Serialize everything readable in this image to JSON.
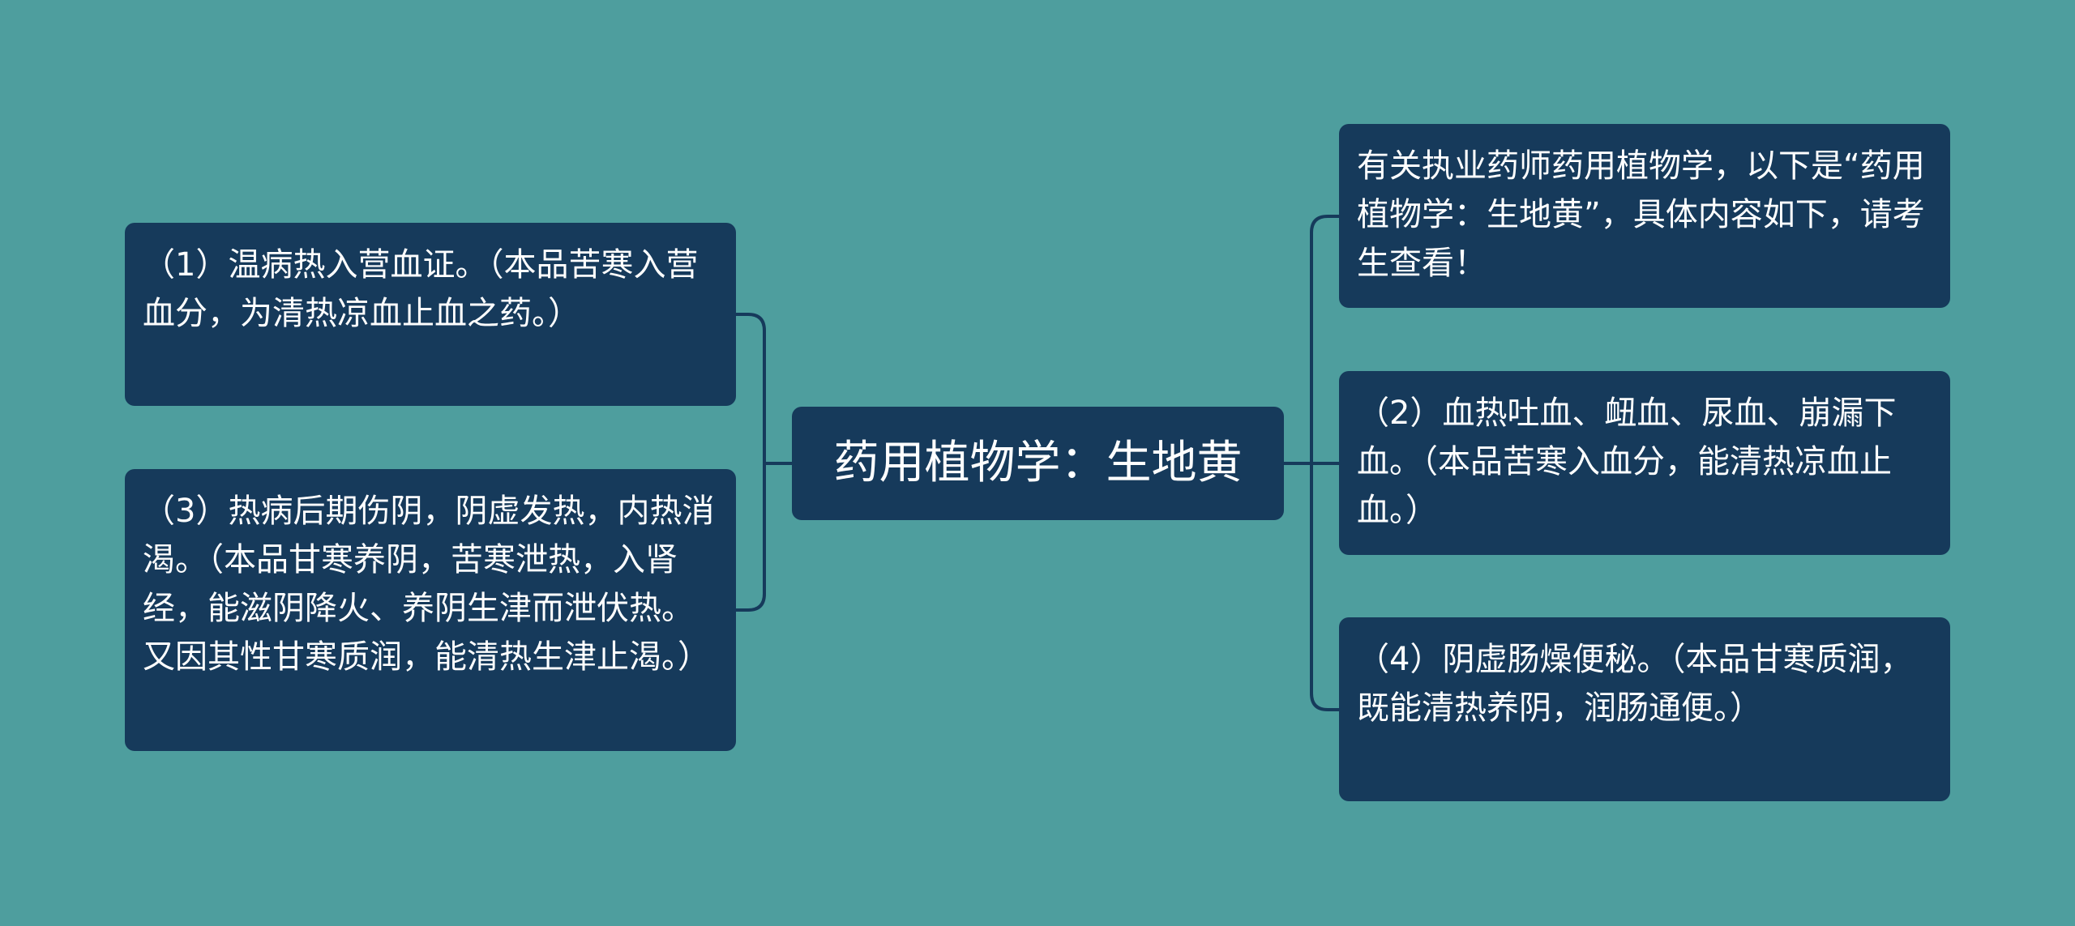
{
  "colors": {
    "background": "#4e9e9e",
    "node_fill": "#163a5b",
    "node_text": "#ffffff",
    "connector": "#163a5b"
  },
  "center": {
    "title": "药用植物学：生地黄"
  },
  "left_branches": [
    {
      "text": "（1）温病热入营血证。（本品苦寒入营血分，为清热凉血止血之药。）"
    },
    {
      "text": "（3）热病后期伤阴，阴虚发热，内热消渴。（本品甘寒养阴，苦寒泄热，入肾经，能滋阴降火、养阴生津而泄伏热。又因其性甘寒质润，能清热生津止渴。）"
    }
  ],
  "right_branches": [
    {
      "text": "有关执业药师药用植物学，以下是“药用植物学：生地黄”，具体内容如下，请考生查看！"
    },
    {
      "text": "（2）血热吐血、衄血、尿血、崩漏下血。（本品苦寒入血分，能清热凉血止血。）"
    },
    {
      "text": "（4）阴虚肠燥便秘。（本品甘寒质润，既能清热养阴，润肠通便。）"
    }
  ]
}
